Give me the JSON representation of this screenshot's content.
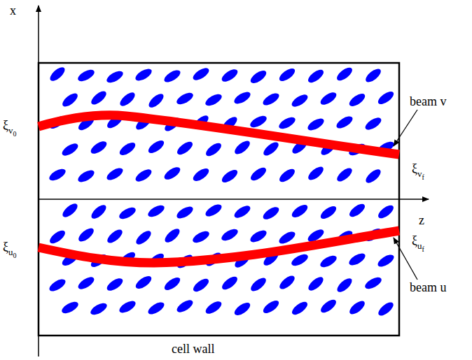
{
  "diagram": {
    "labels": [
      "x",
      "z",
      "ξv0",
      "ξvf",
      "ξu0",
      "ξuf",
      "beam v",
      "beam u",
      "cell wall"
    ]
  }
}
